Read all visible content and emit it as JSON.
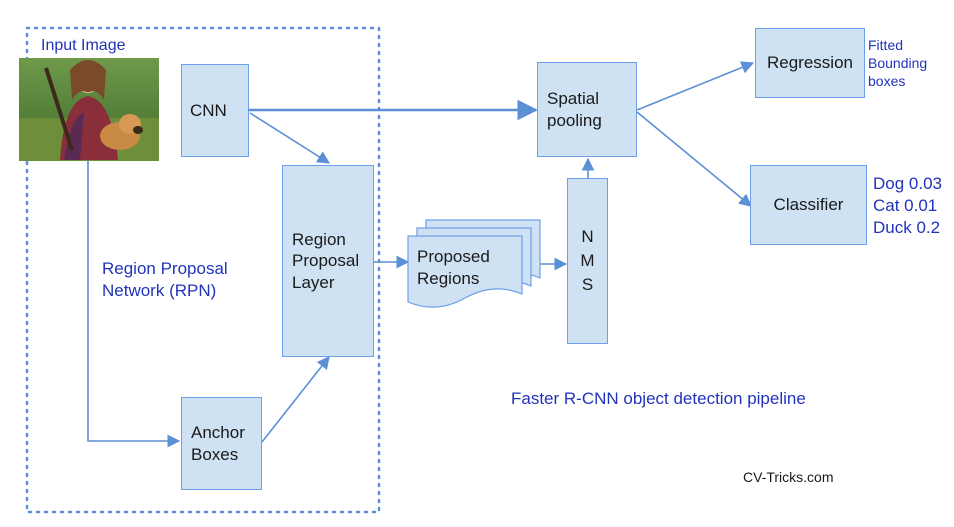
{
  "colors": {
    "box_fill": "#cfe2f3",
    "box_border": "#6d9eeb",
    "arrow": "#5b8fd6",
    "label_blue": "#2233bb",
    "text": "#1a1a1a"
  },
  "labels": {
    "input_image": "Input Image",
    "rpn_line1": "Region Proposal",
    "rpn_line2": "Network (RPN)",
    "fitted_line1": "Fitted",
    "fitted_line2": "Bounding",
    "fitted_line3": "boxes",
    "pipeline_caption": "Faster R-CNN object detection pipeline",
    "credit": "CV-Tricks.com"
  },
  "boxes": {
    "cnn": "CNN",
    "region_line1": "Region",
    "region_line2": "Proposal",
    "region_line3": "Layer",
    "anchor_line1": "Anchor",
    "anchor_line2": "Boxes",
    "proposed_line1": "Proposed",
    "proposed_line2": "Regions",
    "nms_n": "N",
    "nms_m": "M",
    "nms_s": "S",
    "spatial_line1": "Spatial",
    "spatial_line2": "pooling",
    "regression": "Regression",
    "classifier": "Classifier"
  },
  "classes": [
    {
      "label": "Dog 0.03"
    },
    {
      "label": "Cat 0.01"
    },
    {
      "label": "Duck 0.2"
    }
  ]
}
